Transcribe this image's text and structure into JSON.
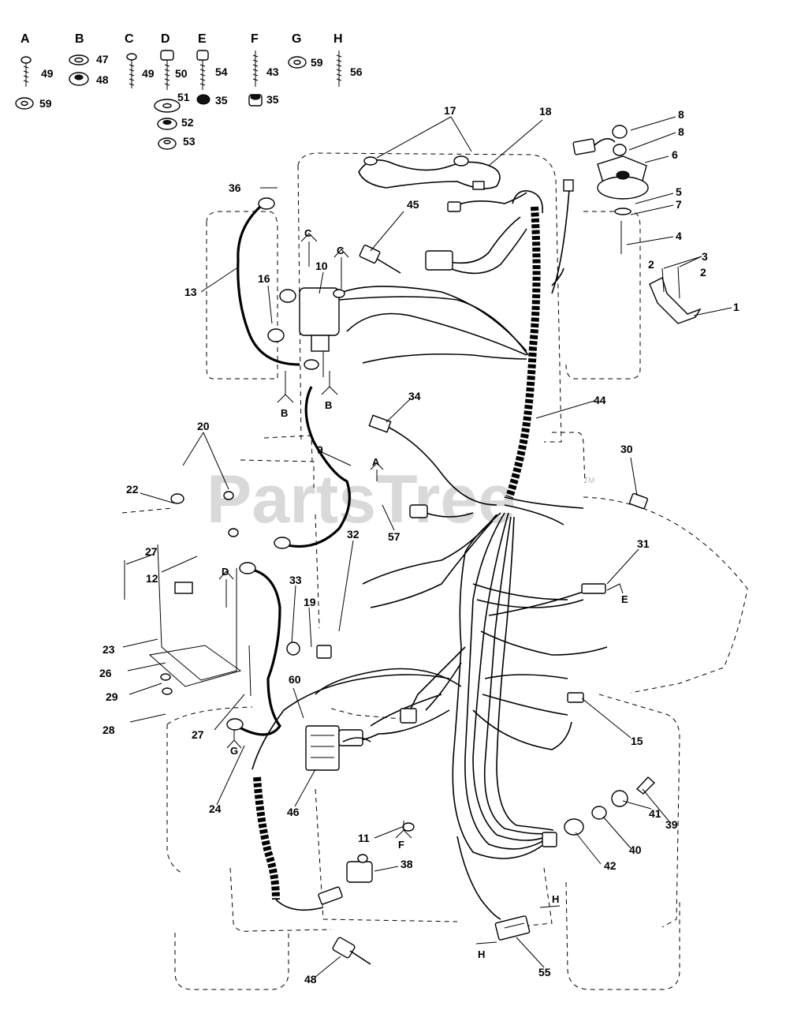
{
  "watermark": {
    "text": "PartsTree",
    "trademark": "TM"
  },
  "hardware": [
    {
      "letter": "A",
      "numbers": [
        "49",
        "59"
      ]
    },
    {
      "letter": "B",
      "numbers": [
        "47",
        "48"
      ]
    },
    {
      "letter": "C",
      "numbers": [
        "49"
      ]
    },
    {
      "letter": "D",
      "numbers": [
        "50",
        "51",
        "52",
        "53"
      ]
    },
    {
      "letter": "E",
      "numbers": [
        "54",
        "35"
      ]
    },
    {
      "letter": "F",
      "numbers": [
        "43",
        "35"
      ]
    },
    {
      "letter": "G",
      "numbers": [
        "59"
      ]
    },
    {
      "letter": "H",
      "numbers": [
        "56"
      ]
    }
  ],
  "callouts": [
    "17",
    "18",
    "8",
    "8",
    "6",
    "5",
    "7",
    "4",
    "3",
    "2",
    "2",
    "1",
    "36",
    "45",
    "13",
    "16",
    "10",
    "44",
    "34",
    "9",
    "20",
    "30",
    "22",
    "57",
    "27",
    "32",
    "31",
    "12",
    "33",
    "19",
    "23",
    "26",
    "29",
    "28",
    "27",
    "60",
    "15",
    "24",
    "46",
    "11",
    "38",
    "39",
    "41",
    "40",
    "42",
    "48",
    "55"
  ],
  "ref_letters": [
    "C",
    "C",
    "B",
    "B",
    "A",
    "D",
    "E",
    "G",
    "F",
    "H",
    "H"
  ]
}
